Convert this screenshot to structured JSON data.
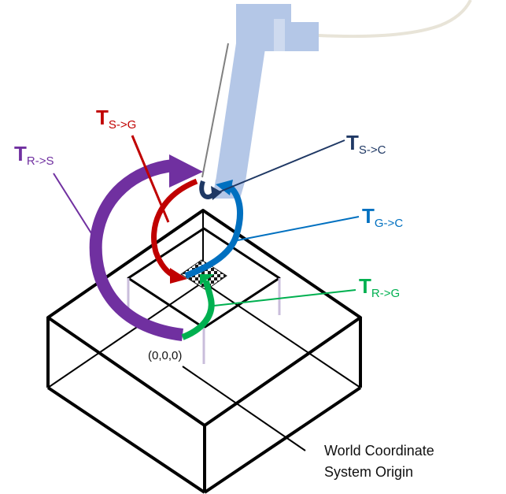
{
  "labels": {
    "t_symbol": "T",
    "s_to_g": "S->G",
    "r_to_s": "R->S",
    "s_to_c": "S->C",
    "g_to_c": "G->C",
    "r_to_g": "R->G",
    "origin_coord": "(0,0,0)",
    "origin_line1": "World Coordinate",
    "origin_line2": "System Origin"
  },
  "colors": {
    "s_to_g": "#c00000",
    "r_to_s": "#7030a0",
    "s_to_c": "#1f3864",
    "g_to_c": "#0070c0",
    "r_to_g": "#00b050",
    "robot_arm": "#b4c7e7",
    "outline": "#000000",
    "support_legs": "#c9bddb",
    "cable": "#e8e4d8"
  }
}
